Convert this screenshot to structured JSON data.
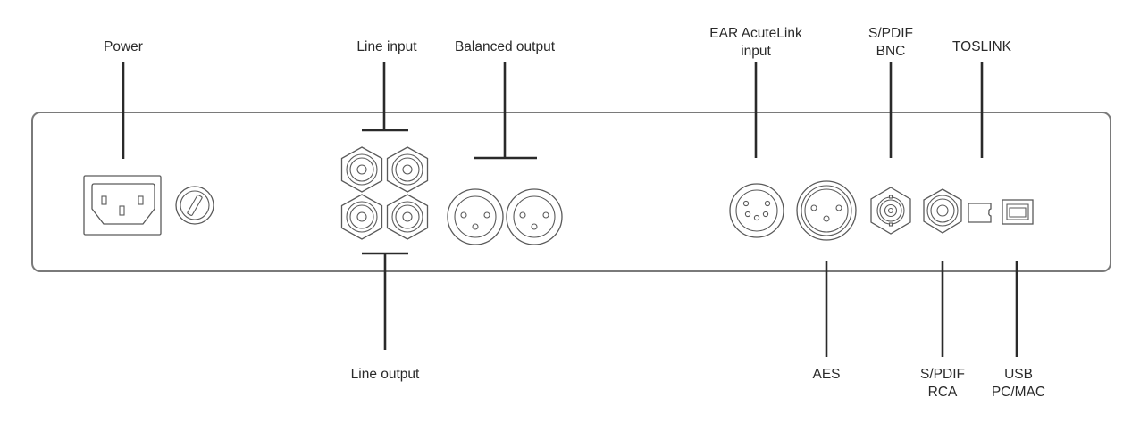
{
  "title": "Rear panel connections",
  "labels": {
    "power": [
      "Power"
    ],
    "line_input": [
      "Line input"
    ],
    "balanced_output": [
      "Balanced output"
    ],
    "line_output": [
      "Line output"
    ],
    "ear_acutelink": [
      "EAR AcuteLink",
      "input"
    ],
    "aes": [
      "AES"
    ],
    "spdif_bnc": [
      "S/PDIF",
      "BNC"
    ],
    "spdif_rca": [
      "S/PDIF",
      "RCA"
    ],
    "toslink": [
      "TOSLINK"
    ],
    "usb": [
      "USB",
      "PC/MAC"
    ]
  },
  "connectors": [
    {
      "id": "power-socket",
      "type": "IEC C14 mains inlet",
      "callout": "power"
    },
    {
      "id": "fuse-holder",
      "type": "fuse holder",
      "callout": null
    },
    {
      "id": "line-input-rca-left",
      "type": "RCA",
      "callout": "line_input"
    },
    {
      "id": "line-input-rca-right",
      "type": "RCA",
      "callout": "line_input"
    },
    {
      "id": "line-output-rca-left",
      "type": "RCA",
      "callout": "line_output"
    },
    {
      "id": "line-output-rca-right",
      "type": "RCA",
      "callout": "line_output"
    },
    {
      "id": "balanced-output-xlr-left",
      "type": "XLR 3-pin",
      "callout": "balanced_output"
    },
    {
      "id": "balanced-output-xlr-right",
      "type": "XLR 3-pin",
      "callout": "balanced_output"
    },
    {
      "id": "acutelink-din",
      "type": "5-pin DIN",
      "callout": "ear_acutelink"
    },
    {
      "id": "aes-xlr",
      "type": "XLR 3-pin",
      "callout": "aes"
    },
    {
      "id": "spdif-bnc",
      "type": "BNC",
      "callout": "spdif_bnc"
    },
    {
      "id": "spdif-rca",
      "type": "RCA",
      "callout": "spdif_rca"
    },
    {
      "id": "toslink-optical",
      "type": "TOSLINK optical",
      "callout": "toslink"
    },
    {
      "id": "usb-b",
      "type": "USB type B",
      "callout": "usb"
    }
  ],
  "colors": {
    "text": "#2a2a2a",
    "leader": "#2a2a2a",
    "panel_outline": "#7a7a7a",
    "connector_outline": "#5a5a5a",
    "background": "#ffffff"
  }
}
